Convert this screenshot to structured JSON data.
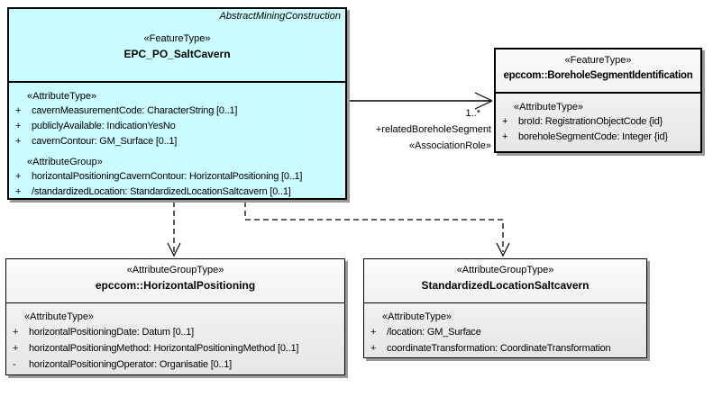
{
  "diagram_type": "UML class diagram",
  "colors": {
    "class_fill_cyan": "#cbfcff",
    "class_fill_gray_top": "#fbfbfb",
    "class_fill_gray_bottom": "#e6e6e6",
    "border": "#000000",
    "shadow": "#9a9a9a"
  },
  "classes": [
    {
      "parent": "AbstractMiningConstruction",
      "stereotype": "«FeatureType»",
      "name": "EPC_PO_SaltCavern",
      "sections": [
        {
          "header": "«AttributeType»",
          "rows": [
            {
              "vis": "+",
              "text": "cavernMeasurementCode: CharacterString [0..1]"
            },
            {
              "vis": "+",
              "text": "publiclyAvailable: IndicationYesNo"
            },
            {
              "vis": "+",
              "text": "cavernContour: GM_Surface [0..1]"
            }
          ]
        },
        {
          "header": "«AttributeGroup»",
          "rows": [
            {
              "vis": "+",
              "text": "horizontalPositioningCavernContour: HorizontalPositioning [0..1]"
            },
            {
              "vis": "+",
              "text": "/standardizedLocation: StandardizedLocationSaltcavern [0..1]"
            }
          ]
        }
      ]
    },
    {
      "stereotype": "«FeatureType»",
      "name": "epccom::BoreholeSegmentIdentification",
      "sections": [
        {
          "header": "«AttributeType»",
          "rows": [
            {
              "vis": "+",
              "text": "broId: RegistrationObjectCode {id}"
            },
            {
              "vis": "+",
              "text": "boreholeSegmentCode: Integer {id}"
            }
          ]
        }
      ]
    },
    {
      "stereotype": "«AttributeGroupType»",
      "name": "epccom::HorizontalPositioning",
      "sections": [
        {
          "header": "«AttributeType»",
          "rows": [
            {
              "vis": "+",
              "text": "horizontalPositioningDate: Datum [0..1]"
            },
            {
              "vis": "+",
              "text": "horizontalPositioningMethod: HorizontalPositioningMethod [0..1]"
            },
            {
              "vis": "-",
              "text": "horizontalPositioningOperator: Organisatie [0..1]"
            }
          ]
        }
      ]
    },
    {
      "stereotype": "«AttributeGroupType»",
      "name": "StandardizedLocationSaltcavern",
      "sections": [
        {
          "header": "«AttributeType»",
          "rows": [
            {
              "vis": "+",
              "text": "/location: GM_Surface"
            },
            {
              "vis": "+",
              "text": "coordinateTransformation: CoordinateTransformation"
            }
          ]
        }
      ]
    }
  ],
  "association": {
    "multiplicity": "1..*",
    "role": "+relatedBoreholeSegment",
    "stereotype": "«AssociationRole»"
  }
}
